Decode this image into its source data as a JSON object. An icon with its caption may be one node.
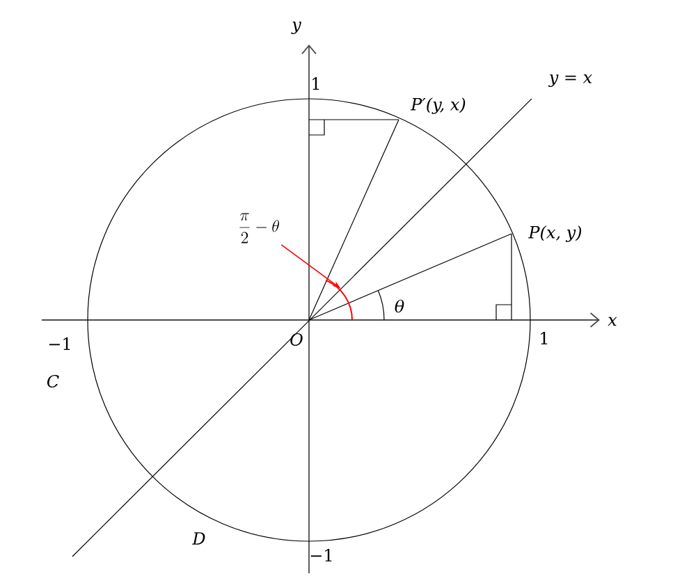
{
  "diagram": {
    "nodes": [
      {
        "text": [
          "\\frac{\\pi}{2}-\\theta"
        ]
      },
      {
        "text": [],
        "shape": "arc"
      }
    ],
    "edges": [
      {
        "from": 0,
        "to": 1,
        "arrow": "to",
        "color": "#ff0000"
      }
    ],
    "labels": [
      "y",
      "y = x",
      "1",
      "P′(y, x)",
      "P(x, y)",
      "θ",
      "−1",
      "x",
      "O",
      "1",
      "C",
      "D",
      "−1"
    ]
  }
}
